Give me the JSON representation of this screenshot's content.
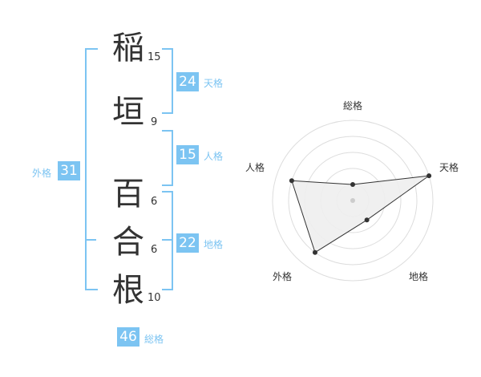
{
  "name_chars": [
    {
      "char": "稲",
      "strokes": "15"
    },
    {
      "char": "垣",
      "strokes": "9"
    },
    {
      "char": "百",
      "strokes": "6"
    },
    {
      "char": "合",
      "strokes": "6"
    },
    {
      "char": "根",
      "strokes": "10"
    }
  ],
  "kaku": {
    "tenkaku": {
      "value": "24",
      "label": "天格"
    },
    "jinkaku": {
      "value": "15",
      "label": "人格"
    },
    "chikaku": {
      "value": "22",
      "label": "地格"
    },
    "gaikaku": {
      "value": "31",
      "label": "外格"
    },
    "soukaku": {
      "value": "46",
      "label": "総格"
    }
  },
  "colors": {
    "accent": "#7cc4f2",
    "text": "#333333",
    "grid": "#dddddd",
    "fill": "#eeeeee"
  },
  "chart_data": {
    "type": "radar",
    "axes": [
      "総格",
      "天格",
      "地格",
      "外格",
      "人格"
    ],
    "levels": 5,
    "values": [
      1,
      5,
      1.5,
      4,
      4
    ],
    "max": 5
  }
}
